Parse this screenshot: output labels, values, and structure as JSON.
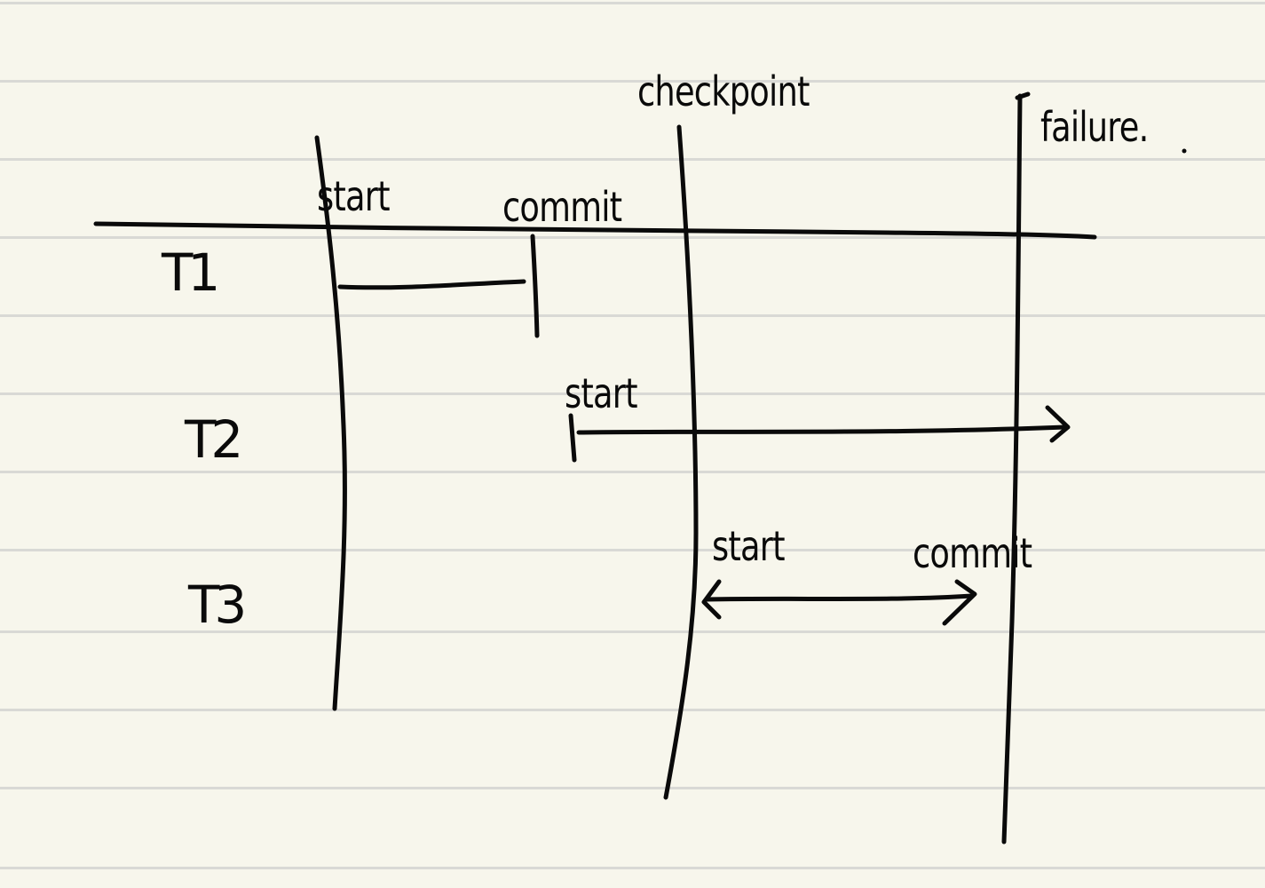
{
  "diagram": {
    "event_labels": {
      "checkpoint": "checkpoint",
      "failure": "failure."
    },
    "transactions": [
      {
        "name": "T1",
        "start_label": "start",
        "end_label": "commit"
      },
      {
        "name": "T2",
        "start_label": "start"
      },
      {
        "name": "T3",
        "start_label": "start",
        "end_label": "commit"
      }
    ]
  }
}
